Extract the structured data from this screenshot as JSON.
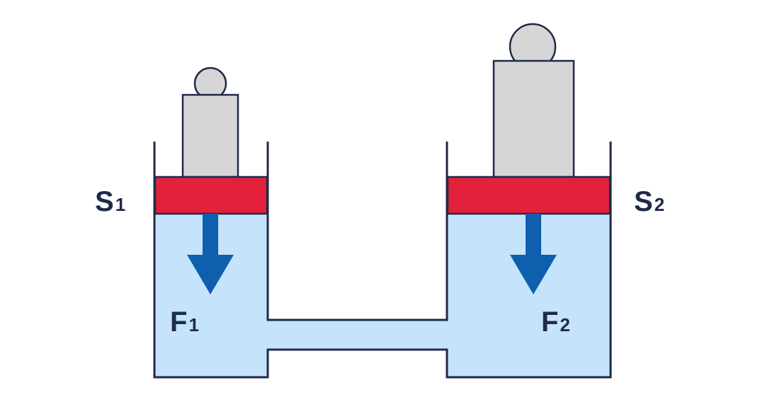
{
  "labels": {
    "s1": {
      "main": "S",
      "sub": "1"
    },
    "s2": {
      "main": "S",
      "sub": "2"
    },
    "f1": {
      "main": "F",
      "sub": "1"
    },
    "f2": {
      "main": "F",
      "sub": "2"
    }
  },
  "colors": {
    "fluid": "#c5e3fb",
    "piston": "#e3213a",
    "weight": "#d6d6d6",
    "outline": "#1f2a4a",
    "arrow": "#0e5fae"
  }
}
